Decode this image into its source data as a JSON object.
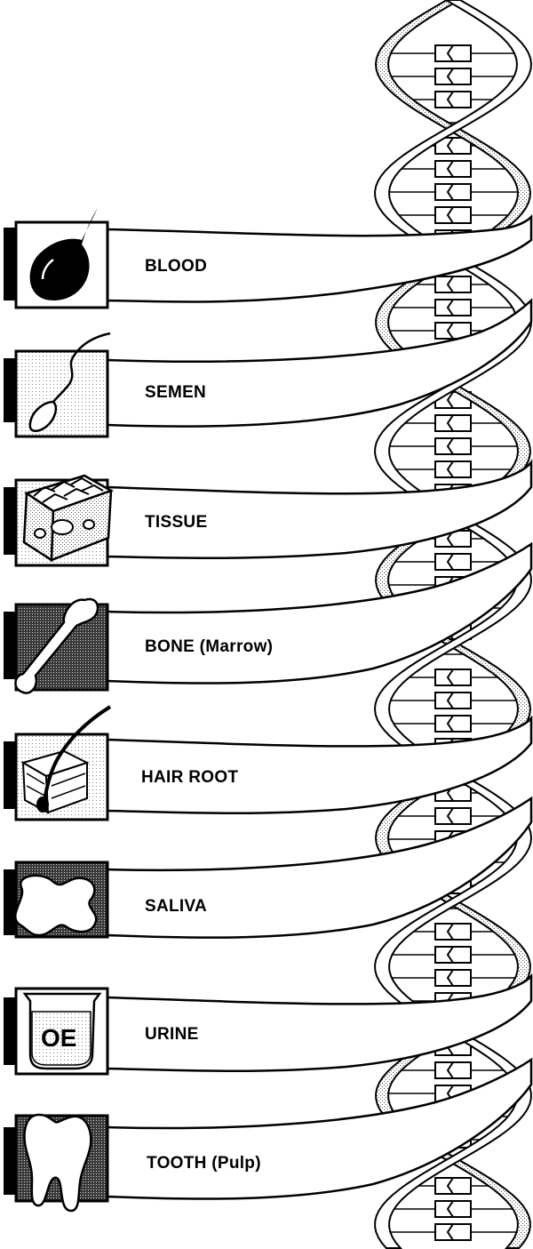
{
  "samples": [
    {
      "label": "BLOOD",
      "icon": "blood-drop-icon"
    },
    {
      "label": "SEMEN",
      "icon": "sperm-icon"
    },
    {
      "label": "TISSUE",
      "icon": "tissue-block-icon"
    },
    {
      "label": "BONE (Marrow)",
      "icon": "bone-icon"
    },
    {
      "label": "HAIR ROOT",
      "icon": "hair-root-icon"
    },
    {
      "label": "SALIVA",
      "icon": "saliva-splash-icon"
    },
    {
      "label": "URINE",
      "icon": "urine-beaker-icon"
    },
    {
      "label": "TOOTH (Pulp)",
      "icon": "tooth-icon"
    }
  ],
  "beaker_text": "OE"
}
